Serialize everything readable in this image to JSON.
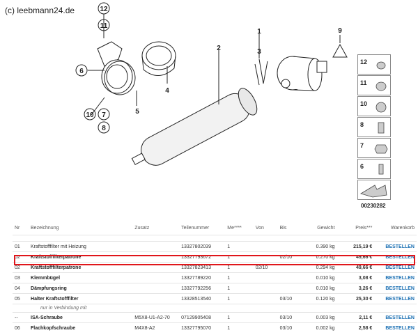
{
  "copyright": "(c) leebmann24.de",
  "diagram": {
    "callouts": [
      "12",
      "11",
      "6",
      "10",
      "7",
      "8",
      "5",
      "4",
      "2",
      "3",
      "1",
      "9"
    ],
    "sidebar_numbers": [
      "12",
      "11",
      "10",
      "8",
      "7",
      "6"
    ],
    "diagram_id": "00230282"
  },
  "table": {
    "headers": {
      "nr": "Nr",
      "bezeichnung": "Bezeichnung",
      "zusatz": "Zusatz",
      "teilenummer": "Teilenummer",
      "menge": "Me****",
      "von": "Von",
      "bis": "Bis",
      "gewicht": "Gewicht",
      "preis": "Preis***",
      "warenkorb": "Warenkorb"
    },
    "rows": [
      {
        "nr": "01",
        "name": "Kraftstofffilter mit Heizung",
        "zusatz": "",
        "teil": "13327802039",
        "menge": "1",
        "von": "",
        "bis": "",
        "gewicht": "0.390 kg",
        "preis": "215,19 €",
        "action": "BESTELLEN",
        "bold": false
      },
      {
        "nr": "02",
        "name": "Kraftstofffilterpatrone",
        "zusatz": "",
        "teil": "13327793672",
        "menge": "1",
        "von": "",
        "bis": "02/10",
        "gewicht": "0.270 kg",
        "preis": "49,66 €",
        "action": "BESTELLEN",
        "bold": true
      },
      {
        "nr": "02",
        "name": "Kraftstofffilterpatrone",
        "zusatz": "",
        "teil": "13327823413",
        "menge": "1",
        "von": "02/10",
        "bis": "",
        "gewicht": "0.294 kg",
        "preis": "49,66 €",
        "action": "BESTELLEN",
        "bold": true
      },
      {
        "nr": "03",
        "name": "Klemmbügel",
        "zusatz": "",
        "teil": "13327789220",
        "menge": "1",
        "von": "",
        "bis": "",
        "gewicht": "0.010 kg",
        "preis": "3,08 €",
        "action": "BESTELLEN",
        "bold": true
      },
      {
        "nr": "04",
        "name": "Dämpfungsring",
        "zusatz": "",
        "teil": "13327792256",
        "menge": "1",
        "von": "",
        "bis": "",
        "gewicht": "0.010 kg",
        "preis": "3,26 €",
        "action": "BESTELLEN",
        "bold": true
      },
      {
        "nr": "05",
        "name": "Halter Kraftstofffilter",
        "zusatz": "",
        "teil": "13328513540",
        "menge": "1",
        "von": "",
        "bis": "03/10",
        "gewicht": "0.120 kg",
        "preis": "25,30 €",
        "action": "BESTELLEN",
        "bold": true
      },
      {
        "note": "nur in Verbindung mit"
      },
      {
        "nr": "--",
        "name": "ISA-Schraube",
        "zusatz": "M5X8-U1-A2-70",
        "teil": "07129905408",
        "menge": "1",
        "von": "",
        "bis": "03/10",
        "gewicht": "0.003 kg",
        "preis": "2,11 €",
        "action": "BESTELLEN",
        "bold": true
      },
      {
        "nr": "06",
        "name": "Flachkopfschraube",
        "zusatz": "M4X8-A2",
        "teil": "13327795070",
        "menge": "1",
        "von": "",
        "bis": "03/10",
        "gewicht": "0.002 kg",
        "preis": "2,58 €",
        "action": "BESTELLEN",
        "bold": true
      }
    ]
  }
}
